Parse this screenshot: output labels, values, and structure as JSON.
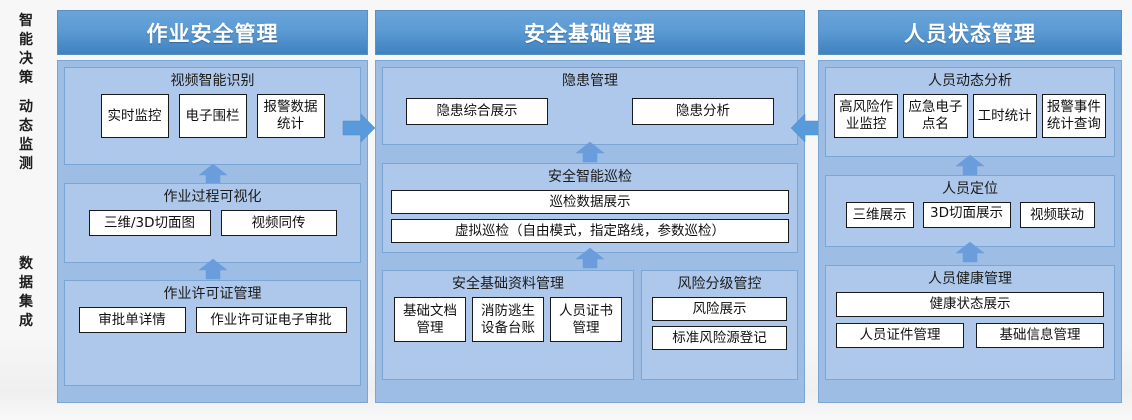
{
  "rail": {
    "group1": [
      "智能决策",
      "动态监测"
    ],
    "group2": [
      "数据集成"
    ]
  },
  "columns": [
    {
      "id": "col-1",
      "title": "作业安全管理",
      "groups": [
        {
          "title": "视频智能识别",
          "items": [
            "实时监控",
            "电子围栏",
            "报警数据统计"
          ]
        },
        {
          "title": "作业过程可视化",
          "items": [
            "三维/3D切面图",
            "视频同传"
          ]
        },
        {
          "title": "作业许可证管理",
          "items": [
            "审批单详情",
            "作业许可证电子审批"
          ]
        }
      ]
    },
    {
      "id": "col-2",
      "title": "安全基础管理",
      "groups": [
        {
          "title": "隐患管理",
          "items": [
            "隐患综合展示",
            "隐患分析"
          ]
        },
        {
          "title": "安全智能巡检",
          "items": [
            "巡检数据展示",
            "虚拟巡检（自由模式，指定路线，参数巡检）"
          ]
        },
        {
          "title": "安全基础资料管理",
          "items": [
            "基础文档管理",
            "消防逃生设备台账",
            "人员证书管理"
          ]
        },
        {
          "title": "风险分级管控",
          "items": [
            "风险展示",
            "标准风险源登记"
          ]
        }
      ]
    },
    {
      "id": "col-3",
      "title": "人员状态管理",
      "groups": [
        {
          "title": "人员动态分析",
          "items": [
            "高风险作业监控",
            "应急电子点名",
            "工时统计",
            "报警事件统计查询"
          ]
        },
        {
          "title": "人员定位",
          "items": [
            "三维展示",
            "3D切面展示",
            "视频联动"
          ]
        },
        {
          "title": "人员健康管理",
          "items": [
            "健康状态展示",
            "人员证件管理",
            "基础信息管理"
          ]
        }
      ]
    }
  ],
  "arrows": {
    "between_1_2": "arrow-right-icon",
    "between_2_3": "arrow-left-icon",
    "internal": "arrow-up-icon"
  },
  "colors": {
    "header_top": "#6aa4da",
    "header_bottom": "#3f82c0",
    "panel_body": "#9dbde4",
    "group_box": "#adc8ea",
    "border": "#7aa6d6",
    "leaf_border": "#1a1a1a",
    "page_bg": "#f6f6f6"
  }
}
